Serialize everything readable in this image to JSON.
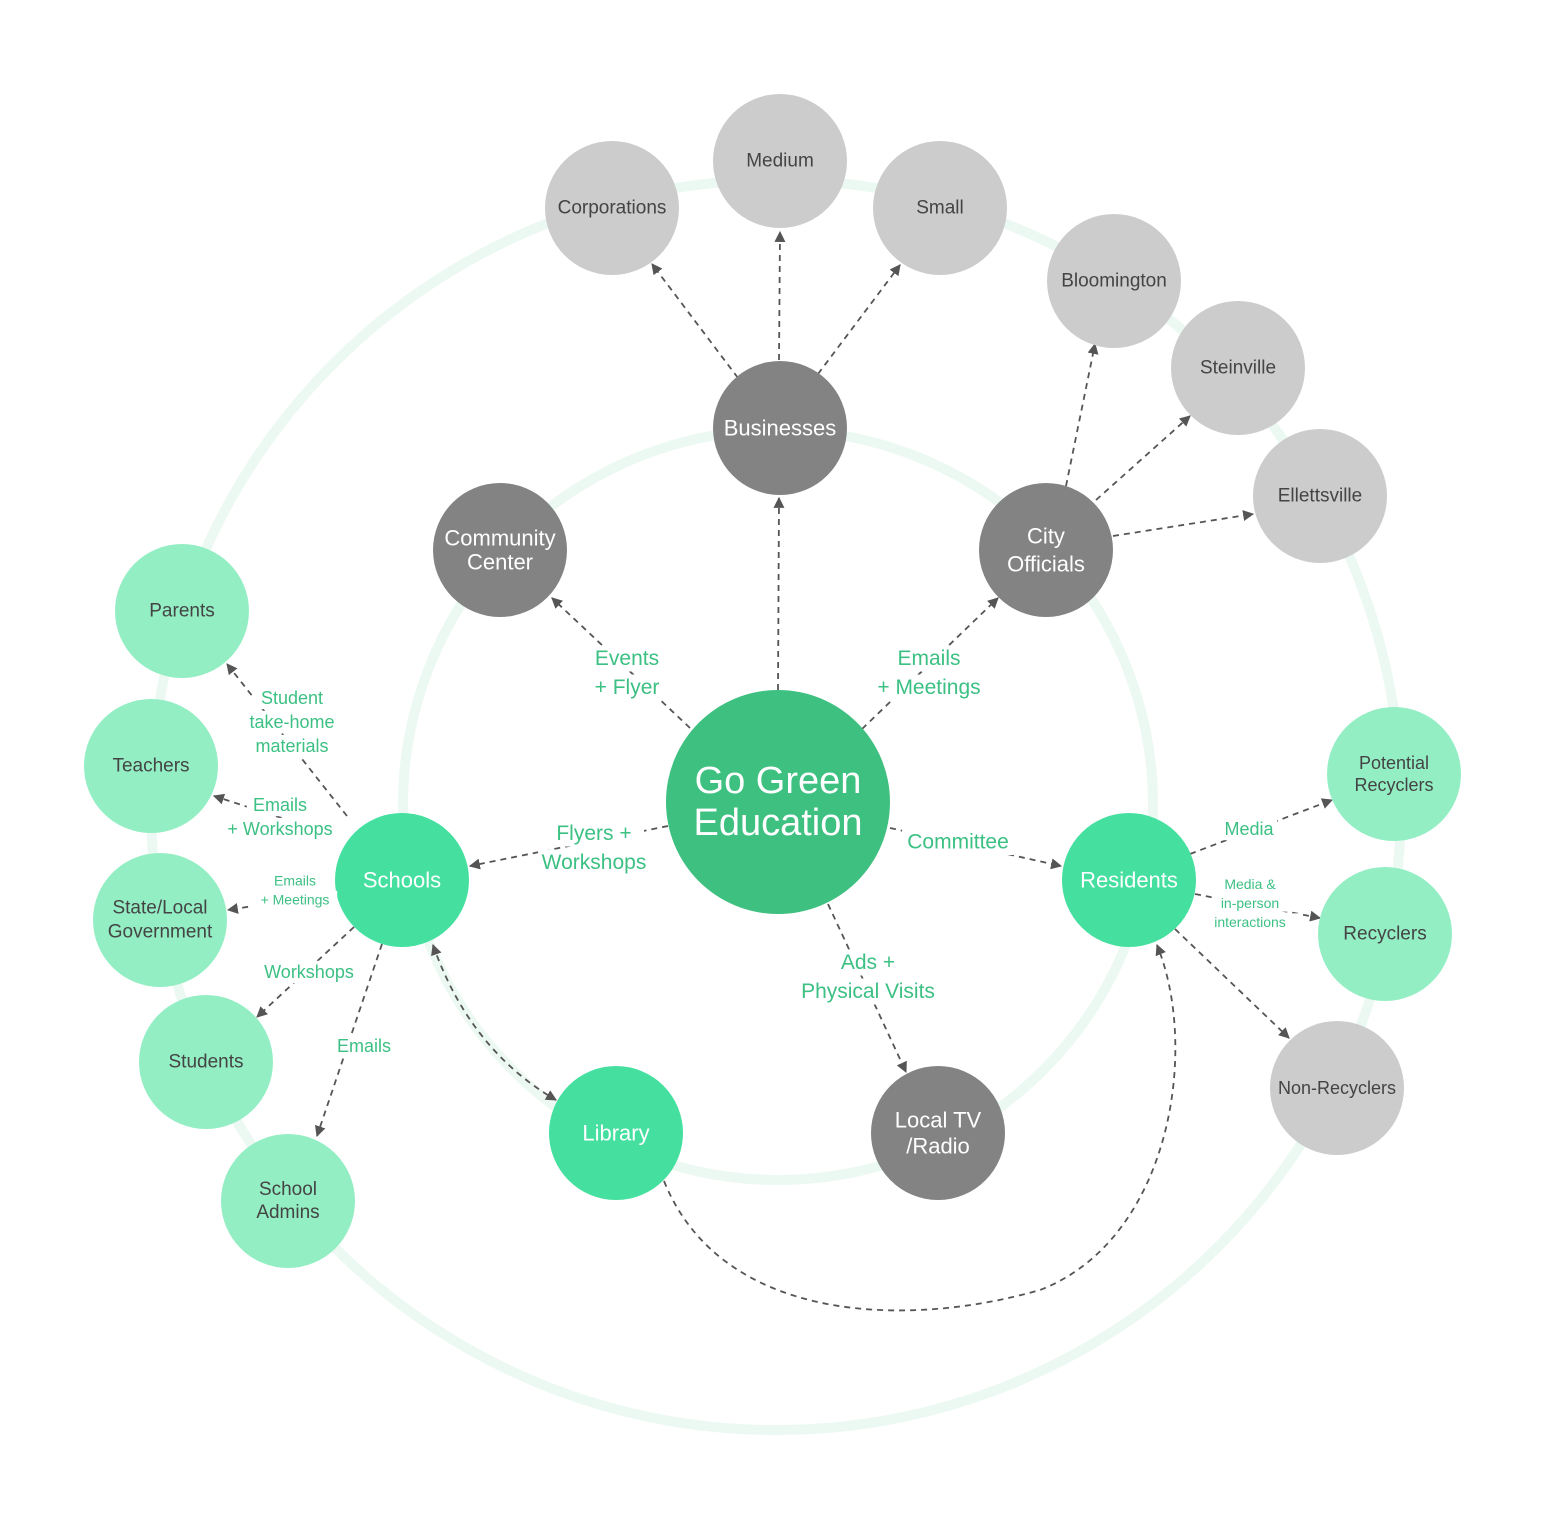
{
  "colors": {
    "center": "#3ec080",
    "primary": "#45e0a0",
    "secondary": "#93eec4",
    "dark": "#838383",
    "light": "#cccccc",
    "ring": "#ecf9f2",
    "edge_label": "#3cc083",
    "dark_text": "#444444",
    "white_text": "#ffffff"
  },
  "nodes": {
    "center": [
      "Go Green",
      "Education"
    ],
    "businesses": [
      "Businesses"
    ],
    "community_center": [
      "Community",
      "Center"
    ],
    "city_officials": [
      "City",
      "Officials"
    ],
    "schools": [
      "Schools"
    ],
    "residents": [
      "Residents"
    ],
    "library": [
      "Library"
    ],
    "local_tv": [
      "Local TV",
      "/Radio"
    ],
    "corporations": [
      "Corporations"
    ],
    "medium": [
      "Medium"
    ],
    "small": [
      "Small"
    ],
    "bloomington": [
      "Bloomington"
    ],
    "steinville": [
      "Steinville"
    ],
    "ellettsville": [
      "Ellettsville"
    ],
    "parents": [
      "Parents"
    ],
    "teachers": [
      "Teachers"
    ],
    "state_local_government": [
      "State/Local",
      "Government"
    ],
    "students": [
      "Students"
    ],
    "school_admins": [
      "School",
      "Admins"
    ],
    "potential_recyclers": [
      "Potential",
      "Recyclers"
    ],
    "recyclers": [
      "Recyclers"
    ],
    "non_recyclers": [
      "Non-Recyclers"
    ]
  },
  "edge_labels": {
    "events_flyer": [
      "Events",
      "+ Flyer"
    ],
    "emails_meetings_city": [
      "Emails",
      "+ Meetings"
    ],
    "flyers_workshops": [
      "Flyers +",
      "Workshops"
    ],
    "committee": [
      "Committee"
    ],
    "ads_visits": [
      "Ads +",
      "Physical Visits"
    ],
    "student_takehome": [
      "Student",
      "take-home",
      "materials"
    ],
    "emails_workshops": [
      "Emails",
      "+ Workshops"
    ],
    "emails_meetings_gov": [
      "Emails",
      "+ Meetings"
    ],
    "workshops": [
      "Workshops"
    ],
    "emails": [
      "Emails"
    ],
    "media": [
      "Media"
    ],
    "media_inperson": [
      "Media &",
      "in-person",
      "interactions"
    ]
  }
}
